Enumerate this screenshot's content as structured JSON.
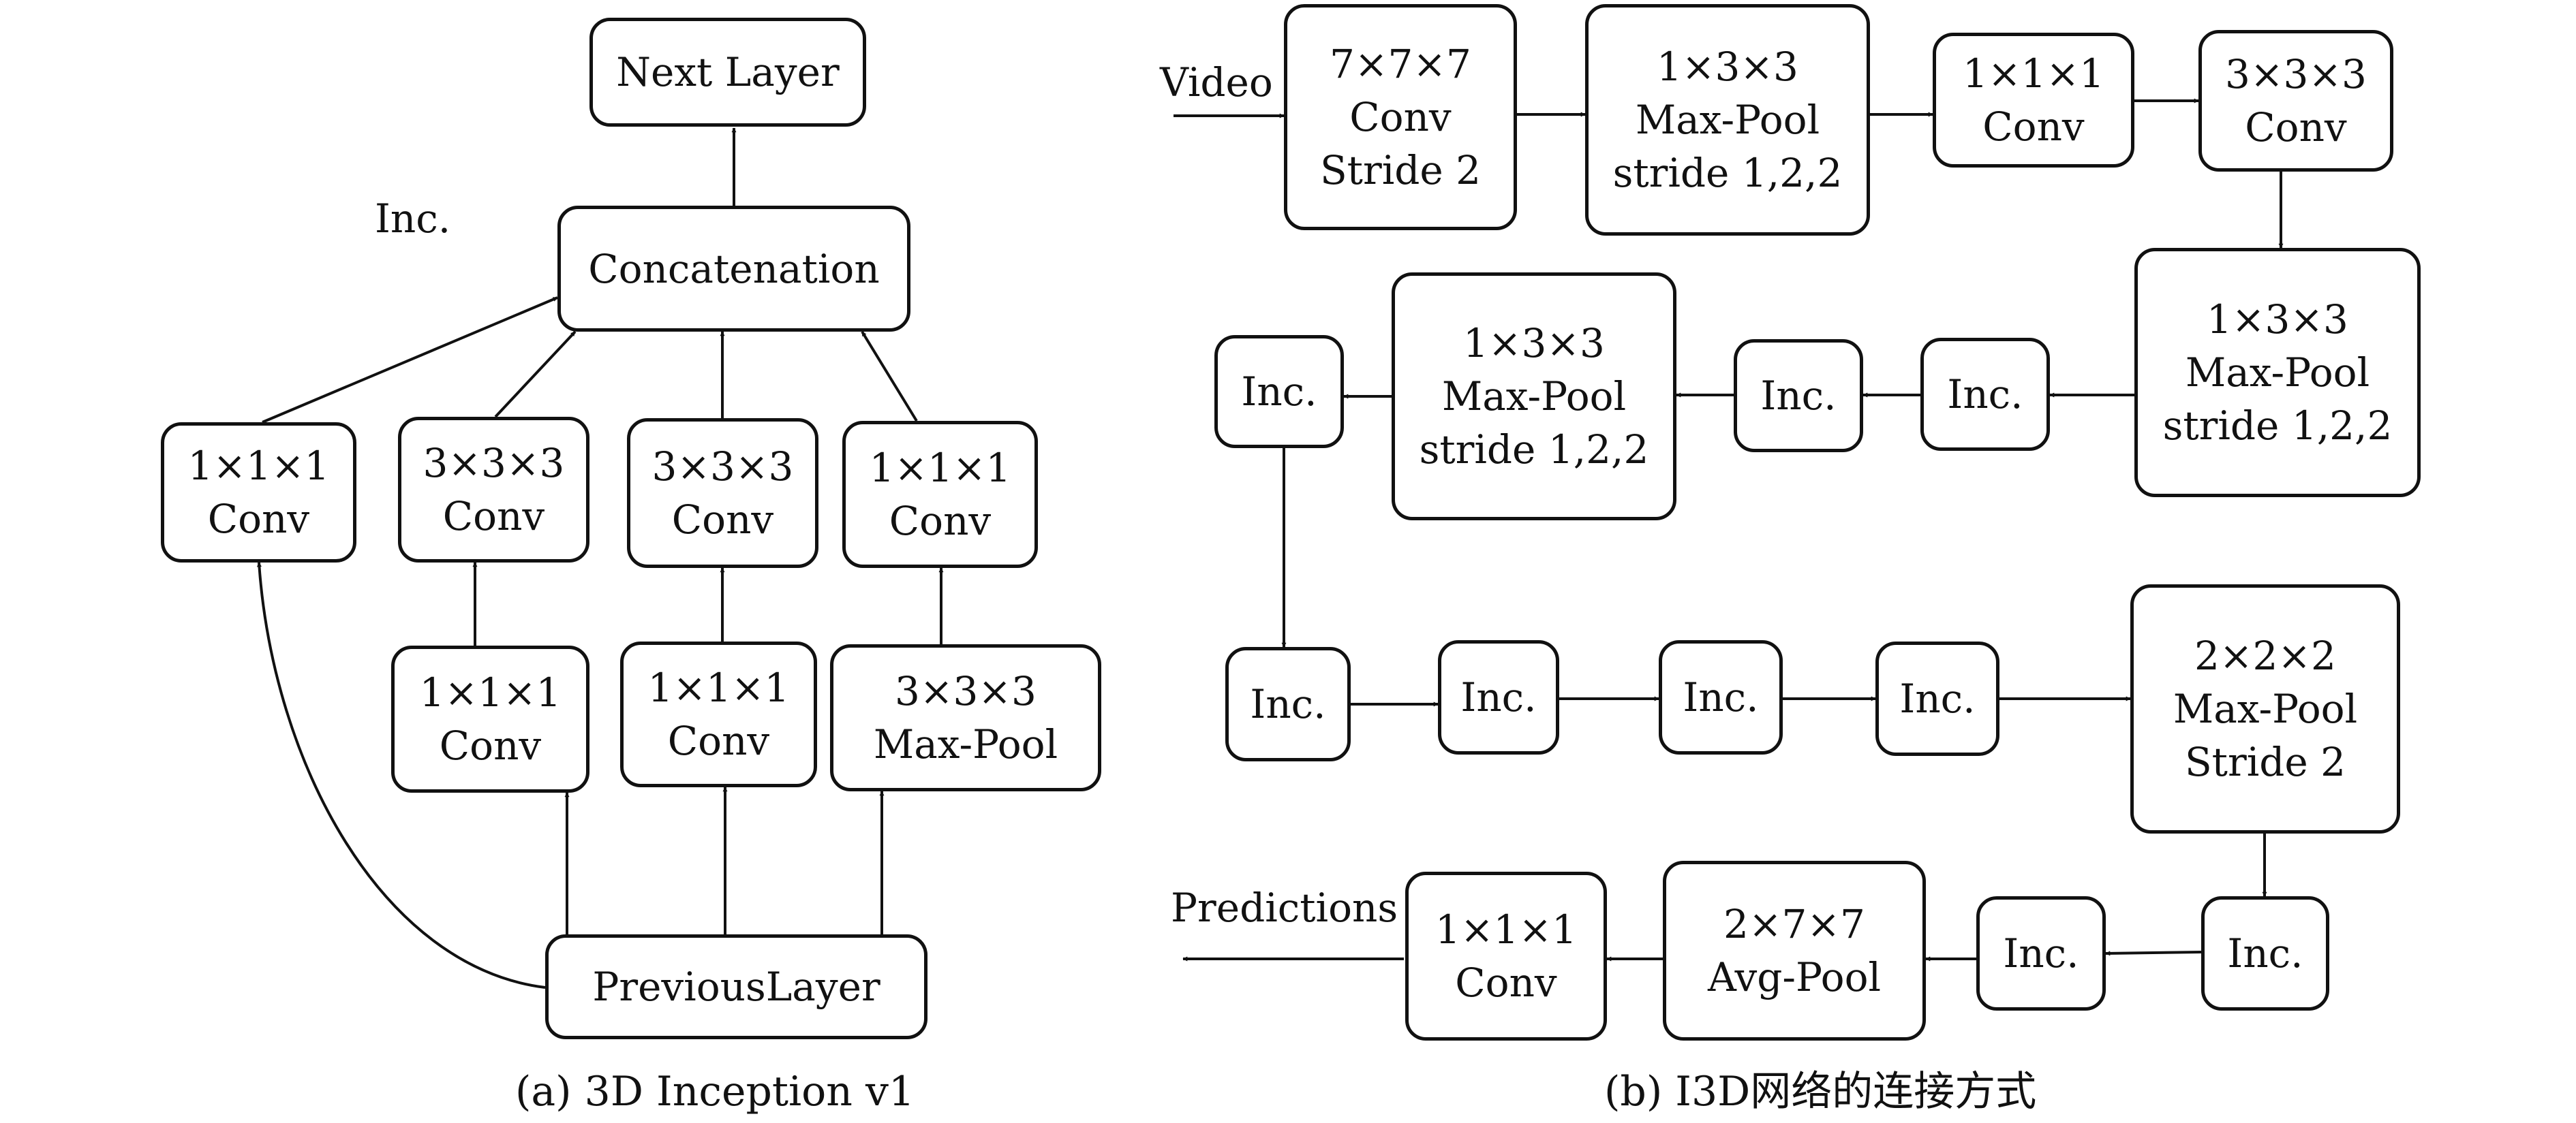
{
  "panel_a": {
    "inc_label": "Inc.",
    "next_layer": [
      "Next Layer"
    ],
    "concatenation": [
      "Concatenation"
    ],
    "branch1": [
      "1×1×1",
      "Conv"
    ],
    "branch2_top": [
      "3×3×3",
      "Conv"
    ],
    "branch3_top": [
      "3×3×3",
      "Conv"
    ],
    "branch4_top": [
      "1×1×1",
      "Conv"
    ],
    "branch2_bottom": [
      "1×1×1",
      "Conv"
    ],
    "branch3_bottom": [
      "1×1×1",
      "Conv"
    ],
    "branch4_bottom": [
      "3×3×3",
      "Max-Pool"
    ],
    "previous_layer": [
      "PreviousLayer"
    ],
    "caption": "(a) 3D Inception v1"
  },
  "panel_b": {
    "input_label": "Video",
    "output_label": "Predictions",
    "conv7": [
      "7×7×7",
      "Conv",
      "Stride 2"
    ],
    "pool1": [
      "1×3×3",
      "Max-Pool",
      "stride 1,2,2"
    ],
    "conv1": [
      "1×1×1",
      "Conv"
    ],
    "conv3": [
      "3×3×3",
      "Conv"
    ],
    "pool2": [
      "1×3×3",
      "Max-Pool",
      "stride 1,2,2"
    ],
    "inc_r2_a": [
      "Inc."
    ],
    "inc_r2_b": [
      "Inc."
    ],
    "pool3": [
      "1×3×3",
      "Max-Pool",
      "stride 1,2,2"
    ],
    "inc_r2_c": [
      "Inc."
    ],
    "inc_r3_a": [
      "Inc."
    ],
    "inc_r3_b": [
      "Inc."
    ],
    "inc_r3_c": [
      "Inc."
    ],
    "inc_r3_d": [
      "Inc."
    ],
    "pool4": [
      "2×2×2",
      "Max-Pool",
      "Stride 2"
    ],
    "inc_r4_a": [
      "Inc."
    ],
    "inc_r4_b": [
      "Inc."
    ],
    "avgpool": [
      "2×7×7",
      "Avg-Pool"
    ],
    "conv_out": [
      "1×1×1",
      "Conv"
    ],
    "caption": "(b) I3D网络的连接方式"
  }
}
